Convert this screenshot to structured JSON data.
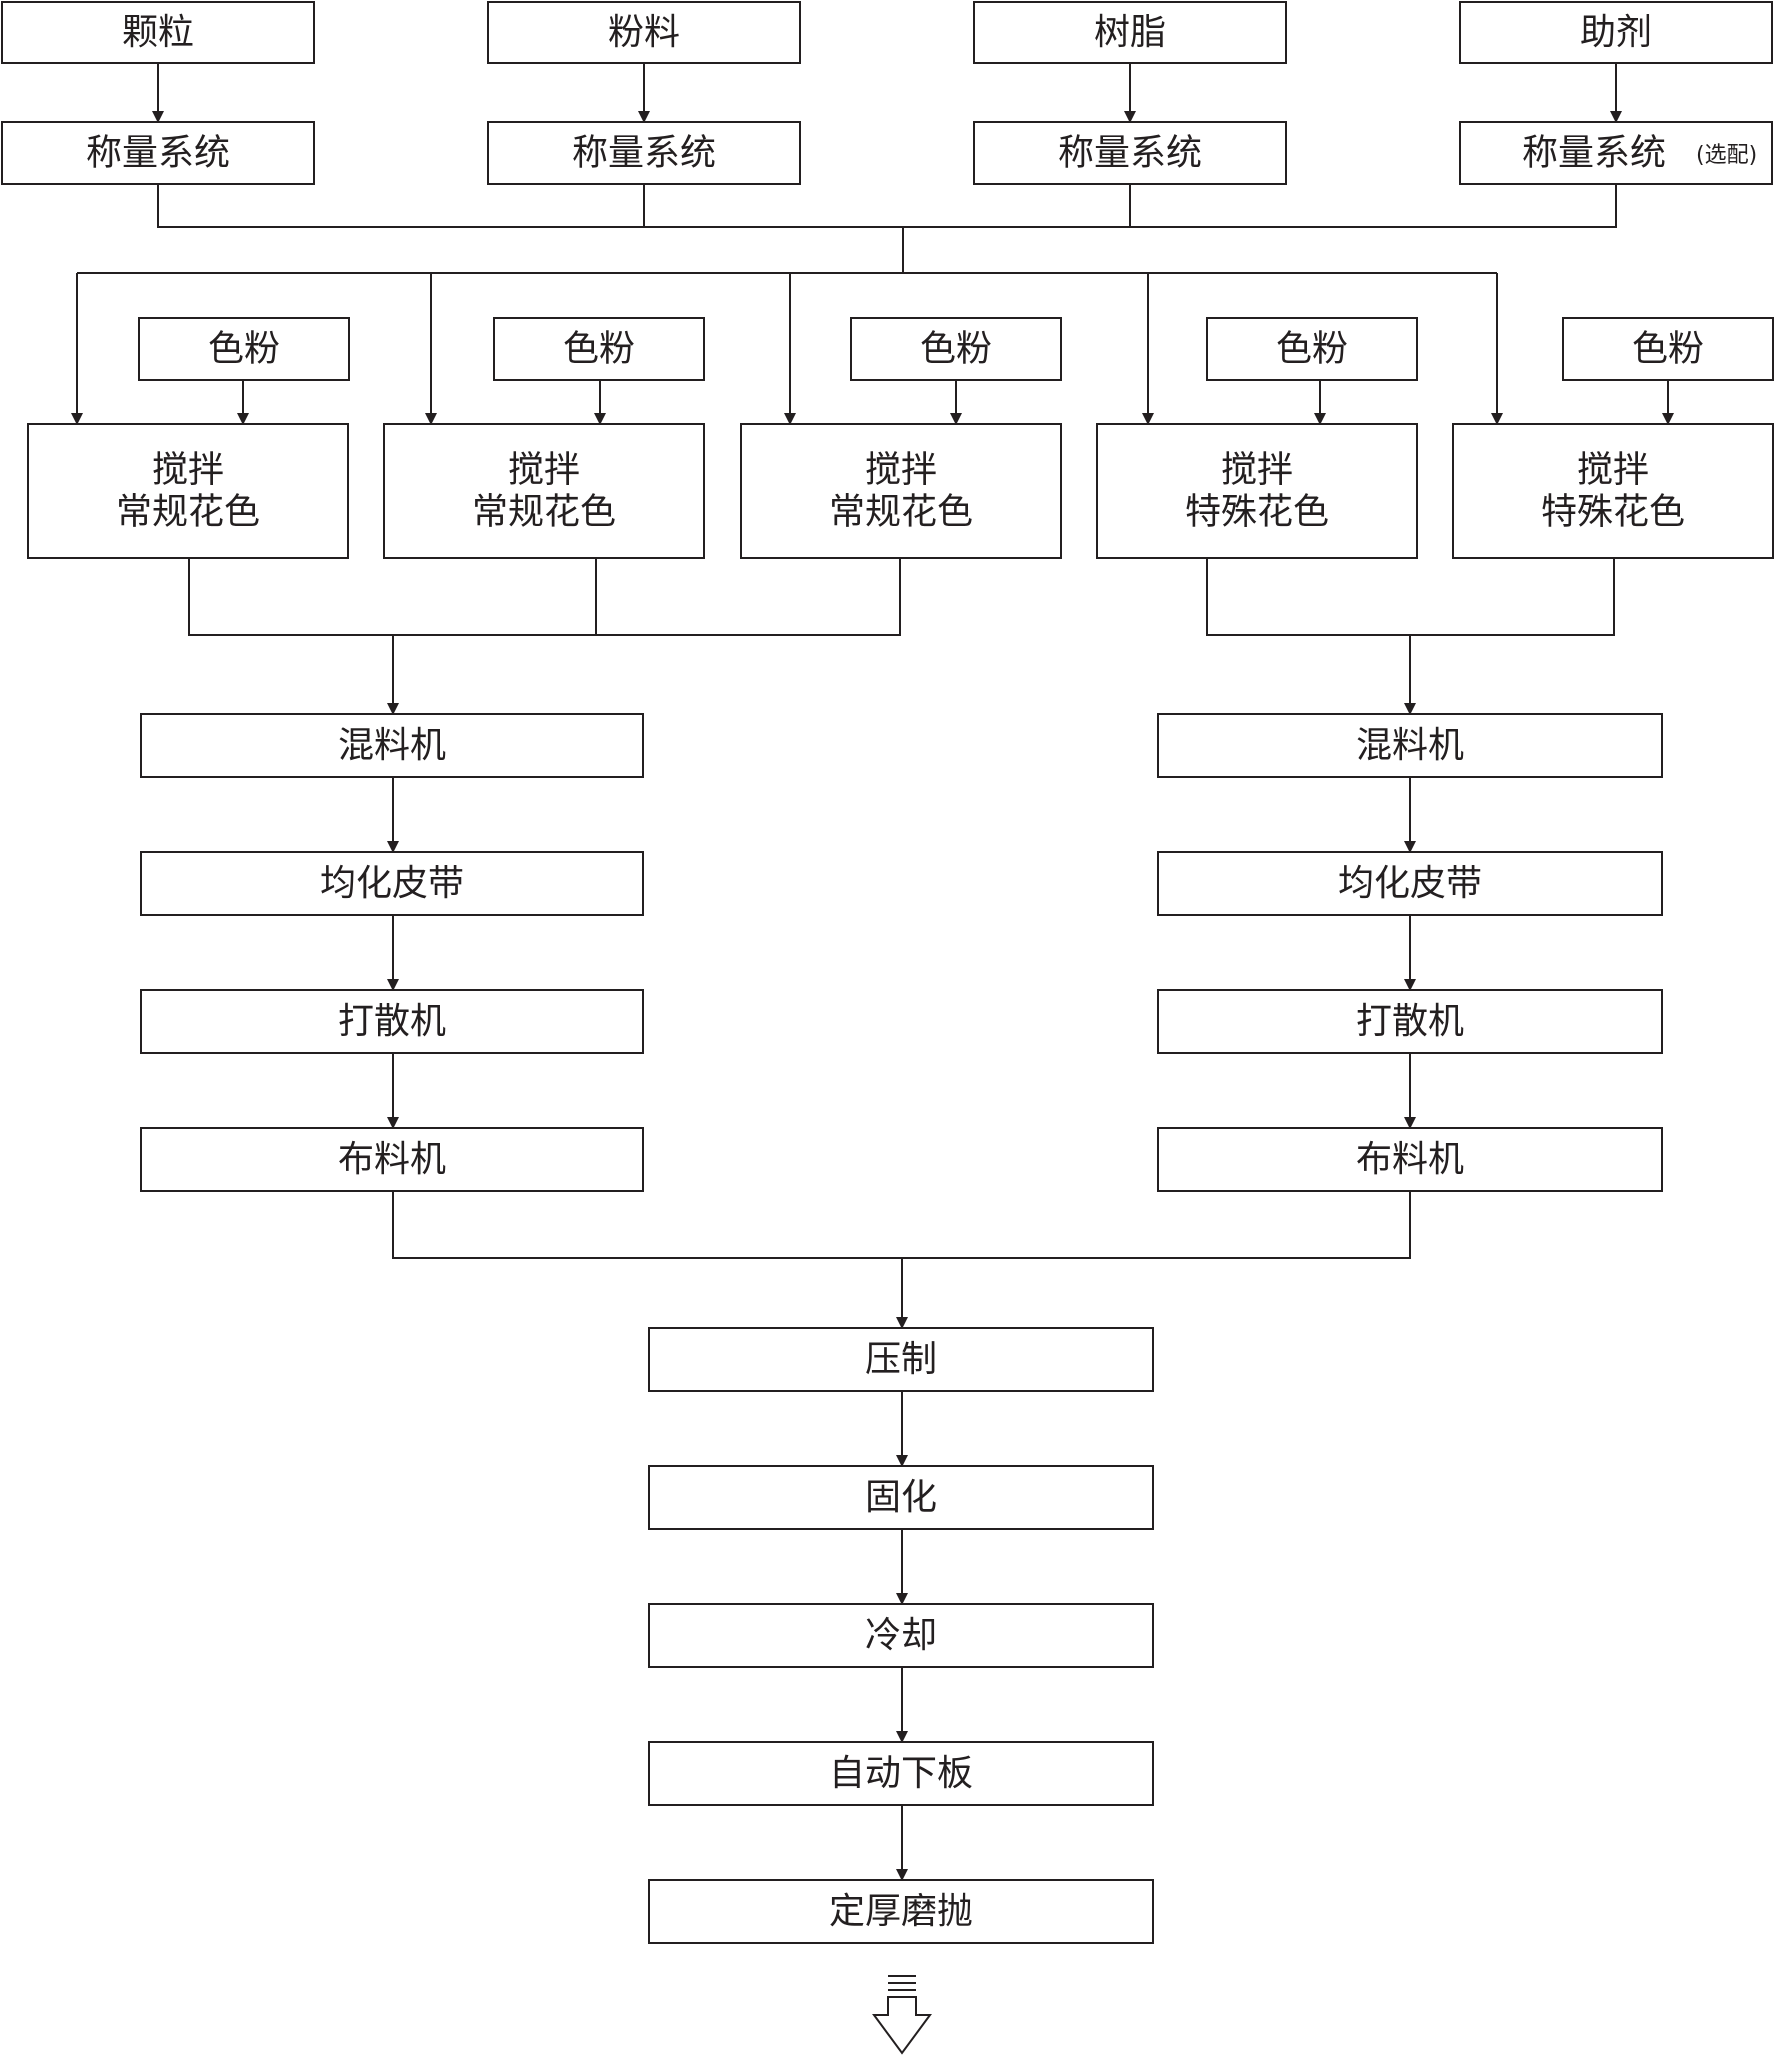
{
  "raw_inputs": [
    {
      "label": "颗粒"
    },
    {
      "label": "粉料"
    },
    {
      "label": "树脂"
    },
    {
      "label": "助剂"
    }
  ],
  "weighing": [
    {
      "label": "称量系统",
      "note": ""
    },
    {
      "label": "称量系统",
      "note": ""
    },
    {
      "label": "称量系统",
      "note": ""
    },
    {
      "label": "称量系统",
      "note": "(选配)"
    }
  ],
  "pigments": [
    {
      "label": "色粉"
    },
    {
      "label": "色粉"
    },
    {
      "label": "色粉"
    },
    {
      "label": "色粉"
    },
    {
      "label": "色粉"
    }
  ],
  "mixers": [
    {
      "line1": "搅拌",
      "line2": "常规花色"
    },
    {
      "line1": "搅拌",
      "line2": "常规花色"
    },
    {
      "line1": "搅拌",
      "line2": "常规花色"
    },
    {
      "line1": "搅拌",
      "line2": "特殊花色"
    },
    {
      "line1": "搅拌",
      "line2": "特殊花色"
    }
  ],
  "left_line": [
    {
      "label": "混料机"
    },
    {
      "label": "均化皮带"
    },
    {
      "label": "打散机"
    },
    {
      "label": "布料机"
    }
  ],
  "right_line": [
    {
      "label": "混料机"
    },
    {
      "label": "均化皮带"
    },
    {
      "label": "打散机"
    },
    {
      "label": "布料机"
    }
  ],
  "main_line": [
    {
      "label": "压制"
    },
    {
      "label": "固化"
    },
    {
      "label": "冷却"
    },
    {
      "label": "自动下板"
    },
    {
      "label": "定厚磨抛"
    }
  ],
  "colors": {
    "stroke": "#231f20",
    "background": "#ffffff"
  }
}
